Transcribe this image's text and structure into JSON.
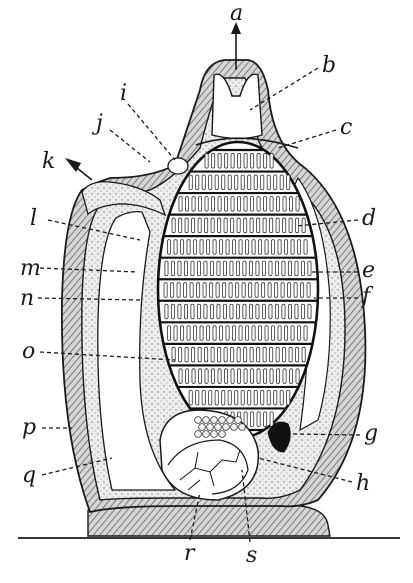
{
  "figure": {
    "labels": {
      "a": "a",
      "b": "b",
      "c": "c",
      "d": "d",
      "e": "e",
      "f": "f",
      "g": "g",
      "h": "h",
      "i": "i",
      "j": "j",
      "k": "k",
      "l": "l",
      "m": "m",
      "n": "n",
      "o": "o",
      "p": "p",
      "q": "q",
      "r": "r",
      "s": "s"
    }
  }
}
